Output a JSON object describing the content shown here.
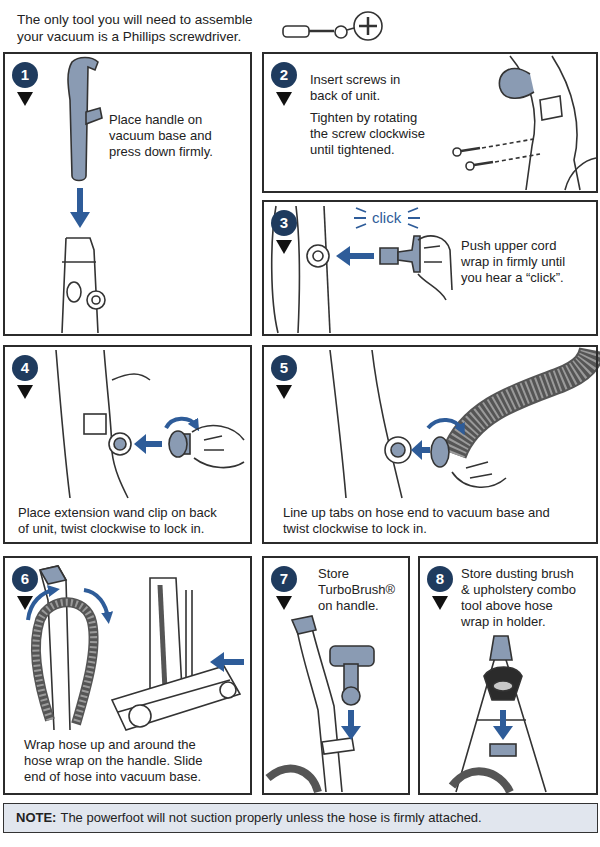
{
  "diagram": {
    "title": "The only tool you will need to assemble your vacuum is a Phillips screwdriver.",
    "nodes": [
      {
        "text": [
          "Place handle on vacuum base and press down firmly."
        ]
      },
      {
        "text": [
          "1"
        ],
        "in": 0
      },
      {
        "text": [
          "Insert screws in back of unit.",
          "Tighten by rotating the screw clockwise until tightened."
        ]
      },
      {
        "text": [
          "2"
        ],
        "in": 2
      },
      {
        "text": [
          "Push upper cord wrap in firmly until you hear a “click”."
        ]
      },
      {
        "text": [
          "3"
        ],
        "in": 4
      },
      {
        "text": [
          "Place extension wand clip on back of unit, twist clockwise to lock in."
        ]
      },
      {
        "text": [
          "4"
        ],
        "in": 6
      },
      {
        "text": [
          "Line up tabs on hose end to vacuum base and twist clockwise to lock in."
        ]
      },
      {
        "text": [
          "5"
        ],
        "in": 8
      },
      {
        "text": [
          "Wrap hose up and around the hose wrap on the handle. Slide end of hose into vacuum base."
        ]
      },
      {
        "text": [
          "6"
        ],
        "in": 10
      },
      {
        "text": [
          "Store TurboBrush® on handle."
        ]
      },
      {
        "text": [
          "7"
        ],
        "in": 12
      },
      {
        "text": [
          "Store dusting brush & upholstery combo tool above hose wrap in holder."
        ]
      },
      {
        "text": [
          "8"
        ],
        "in": 14
      },
      {
        "text": [
          "NOTE:",
          "The powerfoot will not suction properly unless the hose is firmly attached."
        ]
      }
    ],
    "labels": [
      "click"
    ]
  }
}
